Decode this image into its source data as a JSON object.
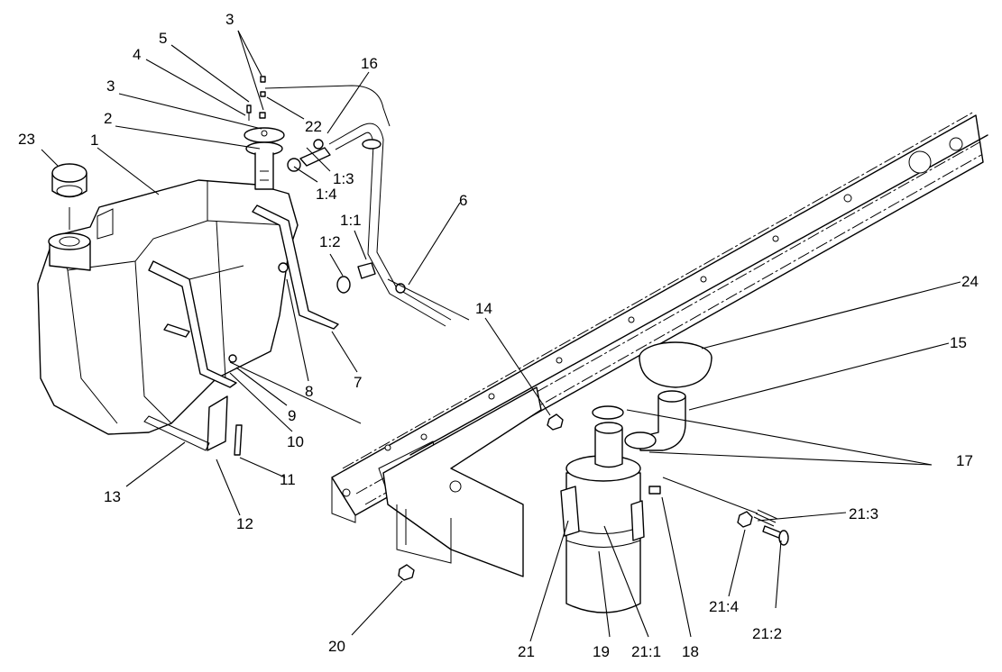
{
  "callouts": [
    {
      "id": "c3a",
      "label": "3"
    },
    {
      "id": "c5",
      "label": "5"
    },
    {
      "id": "c4",
      "label": "4"
    },
    {
      "id": "c3b",
      "label": "3"
    },
    {
      "id": "c2",
      "label": "2"
    },
    {
      "id": "c23",
      "label": "23"
    },
    {
      "id": "c1",
      "label": "1"
    },
    {
      "id": "c16",
      "label": "16"
    },
    {
      "id": "c22",
      "label": "22"
    },
    {
      "id": "c1_3",
      "label": "1:3"
    },
    {
      "id": "c1_4",
      "label": "1:4"
    },
    {
      "id": "c6",
      "label": "6"
    },
    {
      "id": "c1_1",
      "label": "1:1"
    },
    {
      "id": "c1_2",
      "label": "1:2"
    },
    {
      "id": "c24",
      "label": "24"
    },
    {
      "id": "c14",
      "label": "14"
    },
    {
      "id": "c15",
      "label": "15"
    },
    {
      "id": "c7",
      "label": "7"
    },
    {
      "id": "c8",
      "label": "8"
    },
    {
      "id": "c9",
      "label": "9"
    },
    {
      "id": "c10",
      "label": "10"
    },
    {
      "id": "c11",
      "label": "11"
    },
    {
      "id": "c13",
      "label": "13"
    },
    {
      "id": "c12",
      "label": "12"
    },
    {
      "id": "c17",
      "label": "17"
    },
    {
      "id": "c21_3",
      "label": "21:3"
    },
    {
      "id": "c21_4",
      "label": "21:4"
    },
    {
      "id": "c21_2",
      "label": "21:2"
    },
    {
      "id": "c20",
      "label": "20"
    },
    {
      "id": "c21",
      "label": "21"
    },
    {
      "id": "c19",
      "label": "19"
    },
    {
      "id": "c21_1",
      "label": "21:1"
    },
    {
      "id": "c18",
      "label": "18"
    }
  ]
}
